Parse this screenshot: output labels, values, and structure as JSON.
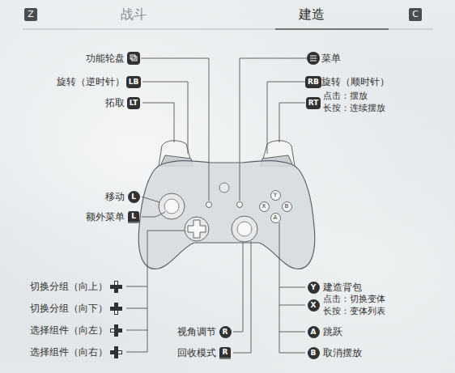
{
  "diagram": {
    "labels": [
      "Z",
      "战斗",
      "建造",
      "C",
      "功能轮盘",
      "菜单",
      "旋转（逆时针）",
      "LB",
      "RB",
      "旋转（顺时针）",
      "拓取",
      "LT",
      "RT",
      "点击：摆放",
      "长按：连续摆放",
      "移动",
      "L",
      "额外菜单",
      "L",
      "Y",
      "X",
      "B",
      "A",
      "切换分组（向上）",
      "Y",
      "建造背包",
      "切换分组（向下）",
      "X",
      "点击：切换变体",
      "长按：变体列表",
      "选择组件（向左）",
      "视角调节",
      "R",
      "A",
      "跳跃",
      "选择组件（向右）",
      "回收模式",
      "R",
      "B",
      "取消摆放"
    ]
  }
}
